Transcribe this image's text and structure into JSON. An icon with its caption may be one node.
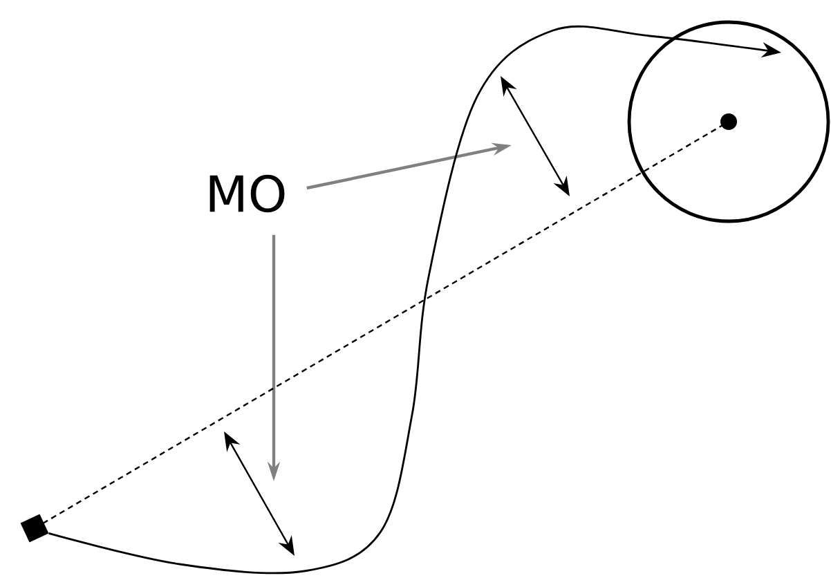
{
  "diagram": {
    "nodes": [
      {
        "text": [
          "MO"
        ]
      },
      {
        "text": [],
        "shape": "box"
      },
      {
        "text": [],
        "shape": "circle"
      }
    ],
    "edges": [
      {
        "from": 0,
        "to": null,
        "arrow": "to",
        "color": "#808080"
      },
      {
        "from": 0,
        "to": null,
        "arrow": "to",
        "color": "#808080"
      },
      {
        "from": 1,
        "to": 2,
        "arrow": "to",
        "color": "#000000"
      },
      {
        "from": 1,
        "to": 2,
        "arrow": "none",
        "style": "dashed",
        "color": "#000000"
      }
    ]
  }
}
